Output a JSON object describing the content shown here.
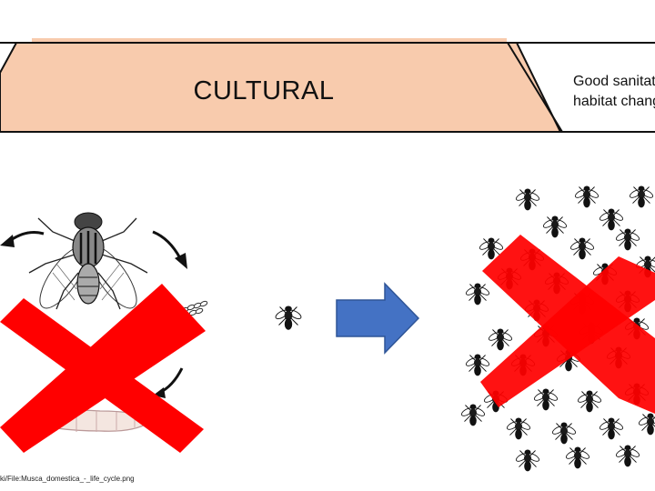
{
  "banner": {
    "label": "CULTURAL",
    "fill_color": "#f8cbad",
    "description_lines": [
      "Good sanitation",
      "habitat change"
    ]
  },
  "life_cycle": {
    "credit": "ki/File:Musca_domestica_-_life_cycle.png"
  },
  "arrow": {
    "color": "#4472c4",
    "icon": "right-arrow-icon"
  },
  "cross": {
    "color": "#ff0000",
    "icon": "cross-out-icon"
  },
  "fly_icon": "fly-icon"
}
